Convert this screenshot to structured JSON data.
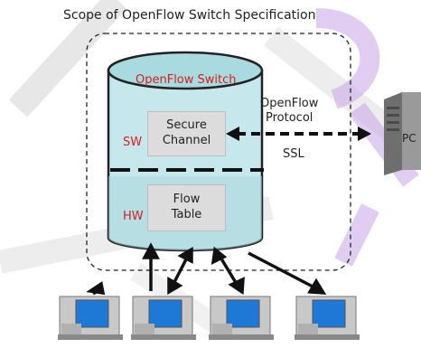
{
  "diagram": {
    "title": "Scope of OpenFlow Switch Specification",
    "switch_name": "OpenFlow Switch",
    "sw_label": "SW",
    "hw_label": "HW",
    "secure_channel": "Secure\nChannel",
    "flow_table": "Flow\nTable",
    "protocol_label": "OpenFlow\nProtocol",
    "ssl_label": "SSL",
    "pc_label": "PC"
  },
  "icons": [
    "server-icon",
    "computer-icon"
  ],
  "colors": {
    "cylinder_top": "#a9dadf",
    "cylinder_body": "#c6e8ec",
    "red_text": "#d42020",
    "box_fill": "#dcdcdc",
    "watermark": "#c7a4e6"
  }
}
